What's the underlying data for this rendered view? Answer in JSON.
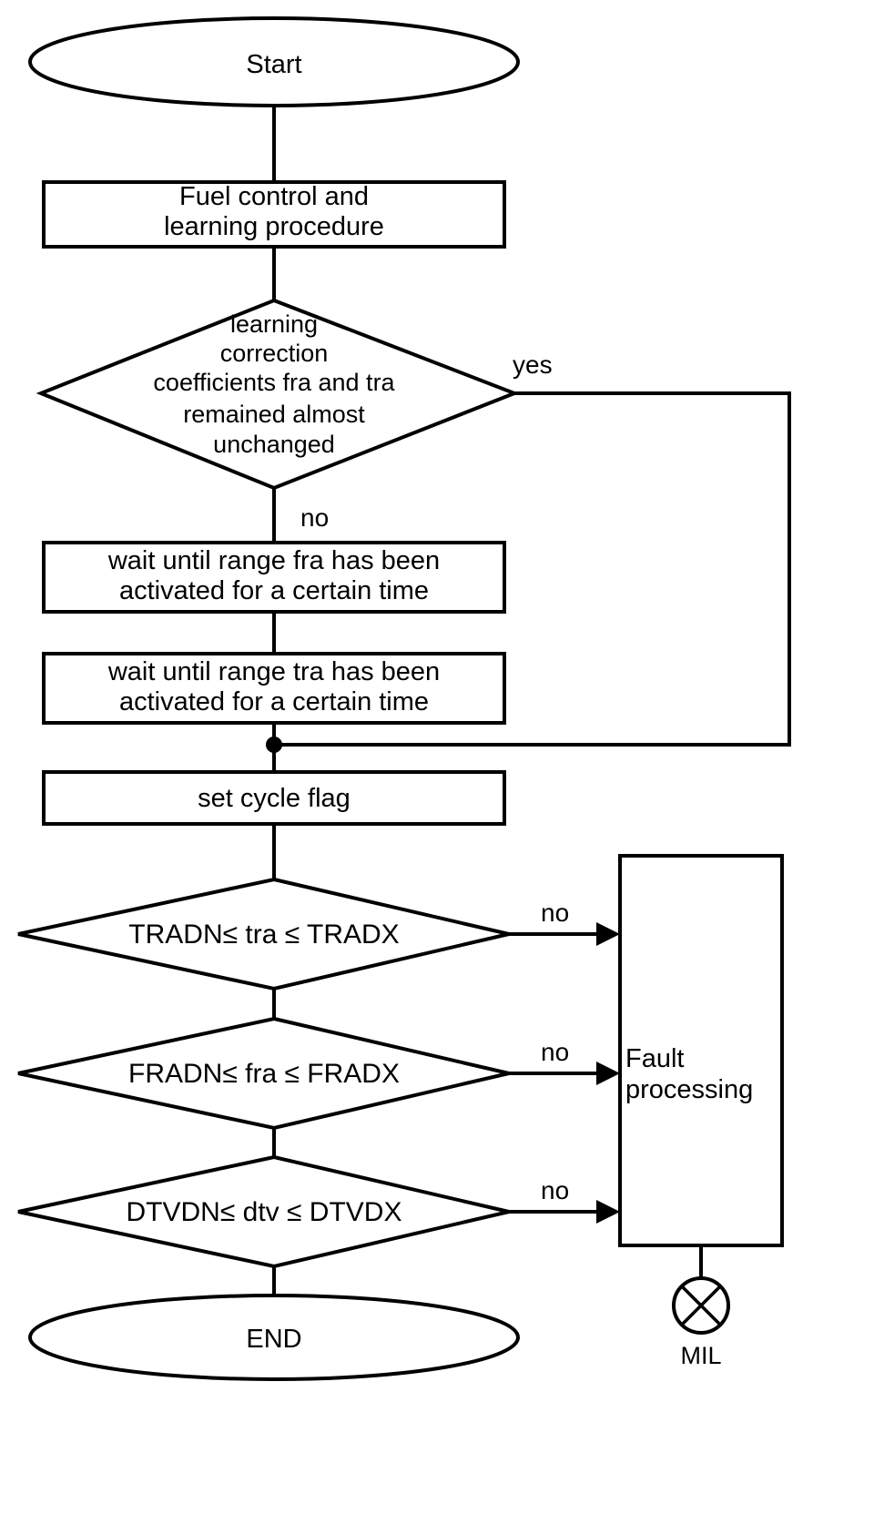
{
  "diagram": {
    "title": "Fuel control and learning procedure flowchart",
    "colors": {
      "stroke": "#000000",
      "background": "#ffffff",
      "text": "#000000"
    },
    "nodes": {
      "start": {
        "shape": "ellipse",
        "label": "Start"
      },
      "fuel_control": {
        "shape": "process",
        "line1": "Fuel control and",
        "line2": "learning procedure"
      },
      "learning_decision": {
        "shape": "decision",
        "line1": "learning",
        "line2": "correction",
        "line3": "coefficients fra and tra",
        "line4": "remained almost",
        "line5": "unchanged"
      },
      "wait_fra": {
        "shape": "process",
        "line1": "wait until range fra has been",
        "line2": "activated for a certain time"
      },
      "wait_tra": {
        "shape": "process",
        "line1": "wait until range tra has been",
        "line2": "activated for a certain time"
      },
      "set_cycle_flag": {
        "shape": "process",
        "label": "set cycle flag"
      },
      "check_tra": {
        "shape": "decision",
        "label": "TRADN≤  tra ≤ TRADX"
      },
      "check_fra": {
        "shape": "decision",
        "label": "FRADN≤  fra ≤ FRADX"
      },
      "check_dtv": {
        "shape": "decision",
        "label": "DTVDN≤  dtv ≤ DTVDX"
      },
      "end": {
        "shape": "ellipse",
        "label": "END"
      },
      "fault_processing": {
        "shape": "process",
        "line1": "Fault",
        "line2": "processing"
      },
      "mil": {
        "shape": "lamp-symbol",
        "label": "MIL"
      }
    },
    "edge_labels": {
      "learning_yes": "yes",
      "learning_no": "no",
      "tra_no": "no",
      "fra_no": "no",
      "dtv_no": "no"
    }
  }
}
